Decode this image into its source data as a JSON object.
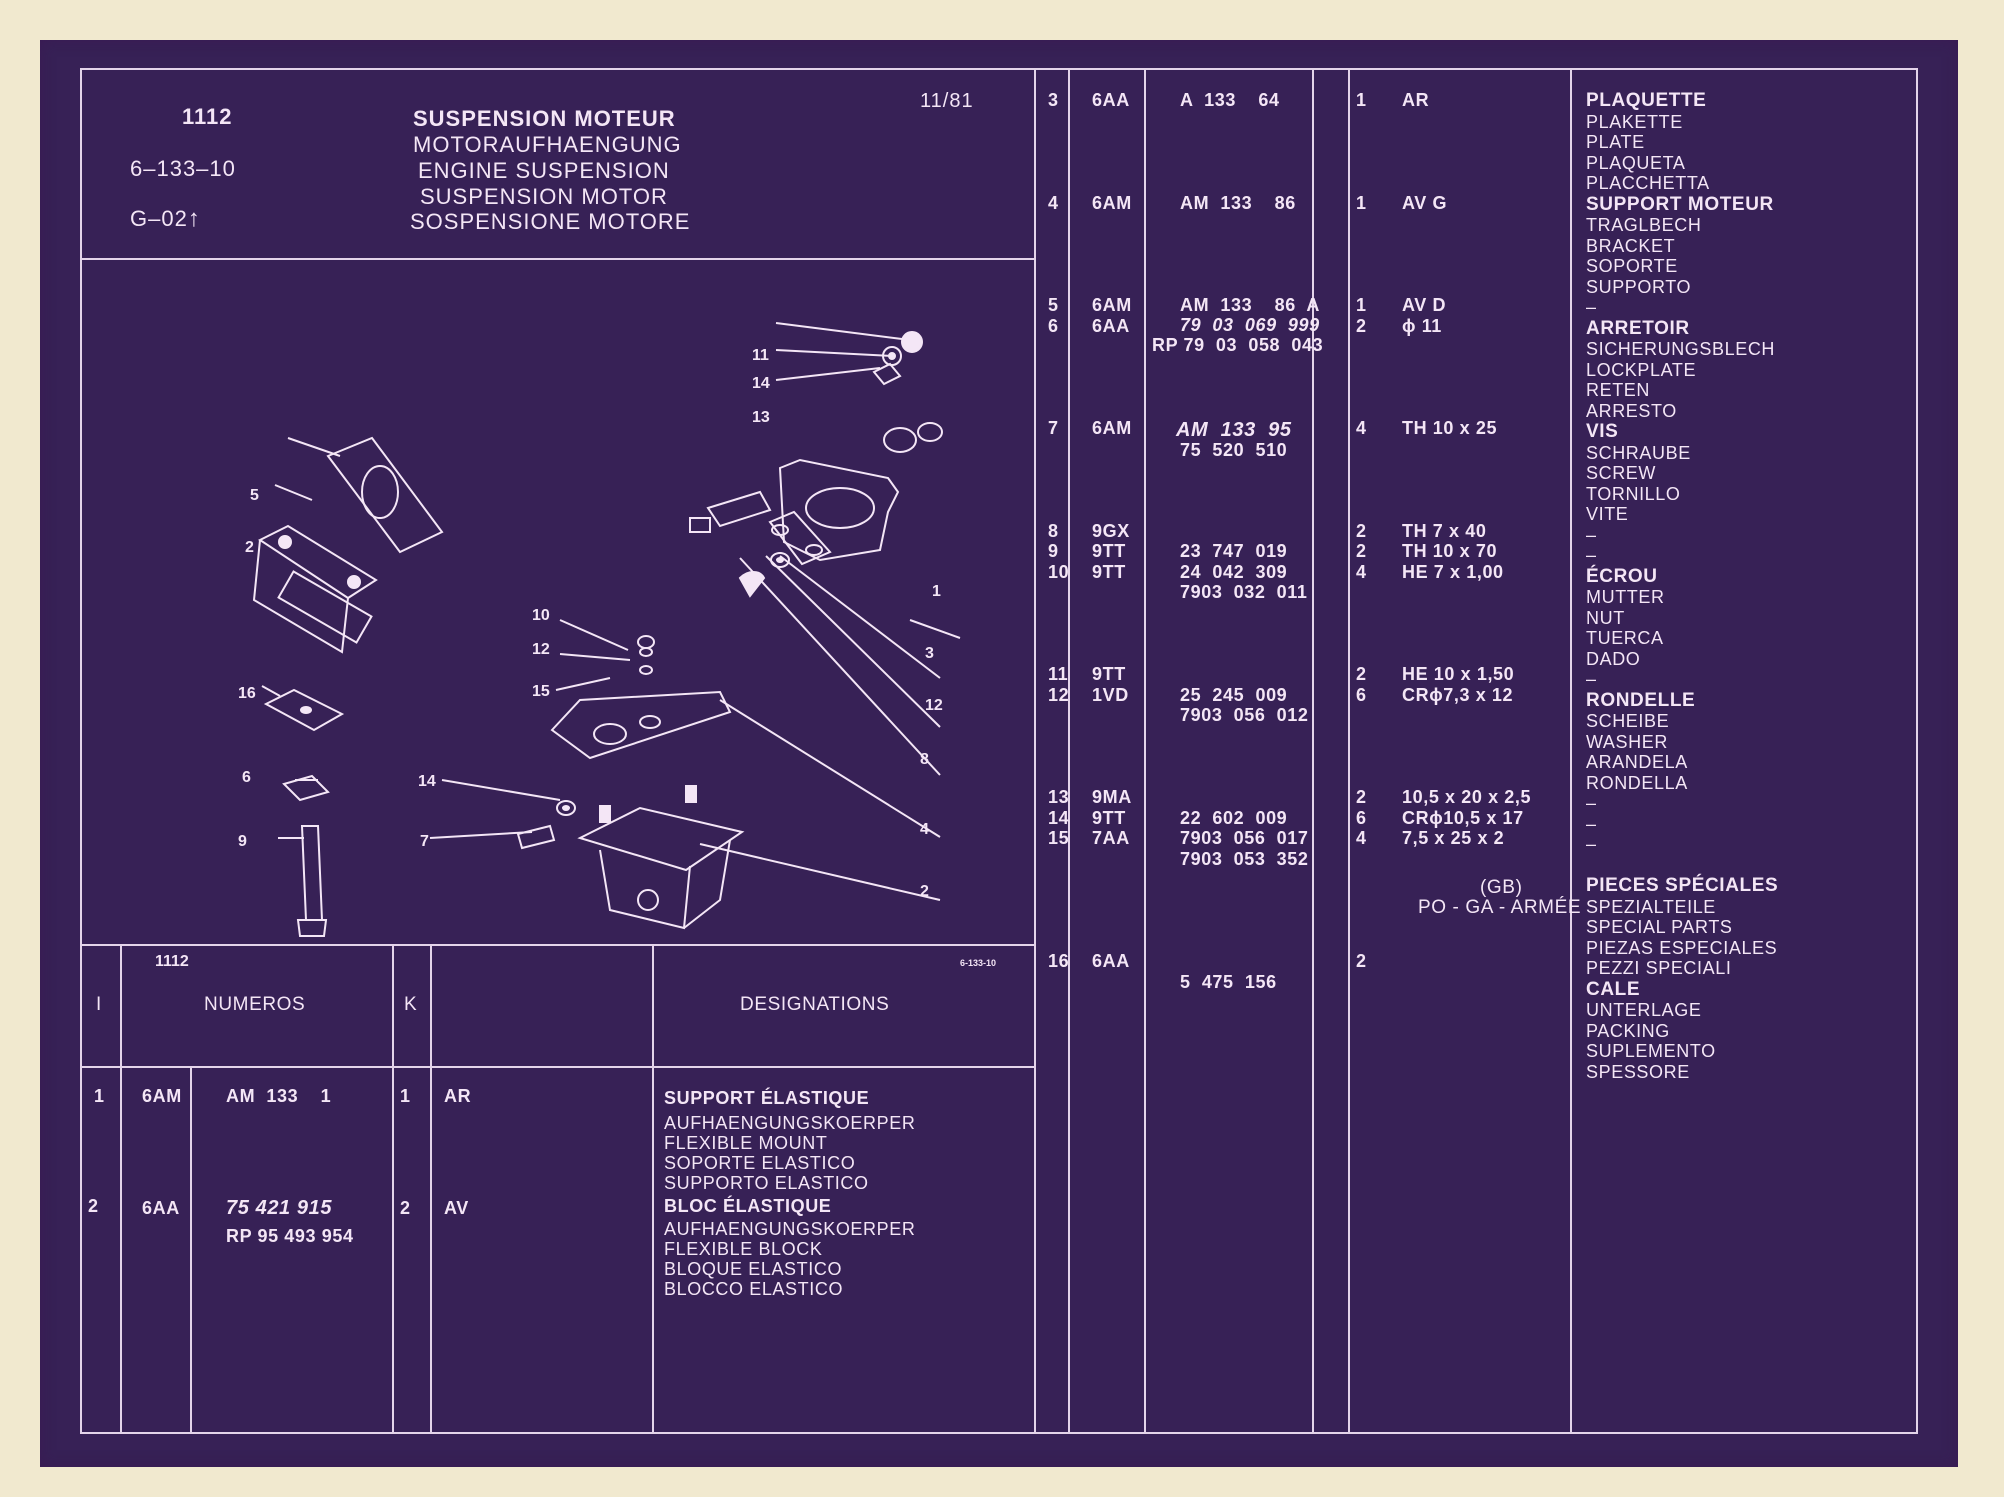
{
  "header": {
    "plate_number": "1112",
    "ref_code": "6–133–10",
    "group_code": "G–02",
    "date": "11/81",
    "titles": [
      "SUSPENSION MOTEUR",
      "MOTORAUFHAENGUNG",
      "ENGINE SUSPENSION",
      "SUSPENSION MOTOR",
      "SOSPENSIONE MOTORE"
    ]
  },
  "diagram": {
    "plate_label": "1112",
    "ref_label": "6-133-10",
    "callouts": [
      "11",
      "14",
      "13",
      "5",
      "2",
      "1",
      "10",
      "12",
      "3",
      "15",
      "16",
      "12",
      "8",
      "6",
      "14",
      "7",
      "9",
      "4",
      "2"
    ]
  },
  "table_header": {
    "col_i": "I",
    "col_numeros": "NUMEROS",
    "col_k": "K",
    "col_designations": "DESIGNATIONS"
  },
  "left_rows": [
    {
      "i": "1",
      "code": "6AM",
      "number": "AM  133    1",
      "k": "1",
      "note": "AR",
      "designations": [
        "SUPPORT ÉLASTIQUE",
        "AUFHAENGUNGSKOERPER",
        "FLEXIBLE MOUNT",
        "SOPORTE ELASTICO",
        "SUPPORTO ELASTICO"
      ]
    },
    {
      "i": "2",
      "code": "6AA",
      "number": "75 421 915",
      "number2": "RP 95 493 954",
      "k": "2",
      "note": "AV",
      "designations": [
        "BLOC ÉLASTIQUE",
        "AUFHAENGUNGSKOERPER",
        "FLEXIBLE BLOCK",
        "BLOQUE ELASTICO",
        "BLOCCO ELASTICO"
      ]
    }
  ],
  "right_rows": {
    "col_i": "3\n\n\n\n\n4\n\n\n\n\n5\n6\n\n\n\n\n7\n\n\n\n\n8\n9\n10\n\n\n\n\n11\n12\n\n\n\n\n13\n14\n15\n\n\n\n\n\n16",
    "col_code": "6AA\n\n\n\n\n6AM\n\n\n\n\n6AM\n6AA\n\n\n\n\n6AM\n\n\n\n\n9GX\n9TT\n9TT\n\n\n\n\n9TT\n1VD\n\n\n\n\n9MA\n9TT\n7AA\n\n\n\n\n\n6AA",
    "col_number": "A  133    64\n\n\n\n\nAM  133    86\n\n\n\n\nAM  133    86  A\n\n\n\n\n\n\n\n\n\n\n\n23  747  019\n24  042  309\n7903  032  011\n\n\n\n\n25  245  009\n7903  056  012\n\n\n\n\n22  602  009\n7903  056  017\n7903  053  352\n\n\n\n\n\n5  475  156",
    "number_italic_6": "79  03  069  999",
    "number_rp_6": "RP 79  03  058  043",
    "number_italic_7": "AM  133  95",
    "number_7b": "75  520  510",
    "col_k": "1\n\n\n\n\n1\n\n\n\n\n1\n2\n\n\n\n\n4\n\n\n\n\n2\n2\n4\n\n\n\n\n2\n6\n\n\n\n\n2\n6\n4\n\n\n\n\n\n2",
    "col_note": "AR\n\n\n\n\nAV G\n\n\n\n\nAV D\nϕ 11\n\n\n\n\nTH 10 x 25\n\n\n\n\nTH 7 x 40\nTH 10 x 70\nHE 7 x 1,00\n\n\n\n\nHE 10 x 1,50\nCRϕ7,3 x 12\n\n\n\n\n10,5 x 20 x 2,5\nCRϕ10,5 x 17\n7,5 x 25 x 2",
    "special_gb": "(GB)",
    "special_po": "PO - GA - ARMÉE",
    "designations": "PLAQUETTE\nPLAKETTE\nPLATE\nPLAQUETA\nPLACCHETTA\nSUPPORT MOTEUR\nTRAGLBECH\nBRACKET\nSOPORTE\nSUPPORTO\n–\nARRETOIR\nSICHERUNGSBLECH\nLOCKPLATE\nRETEN\nARRESTO\nVIS\nSCHRAUBE\nSCREW\nTORNILLO\nVITE\n–\n–\nÉCROU\nMUTTER\nNUT\nTUERCA\nDADO\n–\nRONDELLE\nSCHEIBE\nWASHER\nARANDELA\nRONDELLA\n–\n–\n–\n\nPIECES SPÉCIALES\nSPEZIALTEILE\nSPECIAL PARTS\nPIEZAS ESPECIALES\nPEZZI SPECIALI\nCALE\nUNTERLAGE\nPACKING\nSUPLEMENTO\nSPESSORE"
  }
}
